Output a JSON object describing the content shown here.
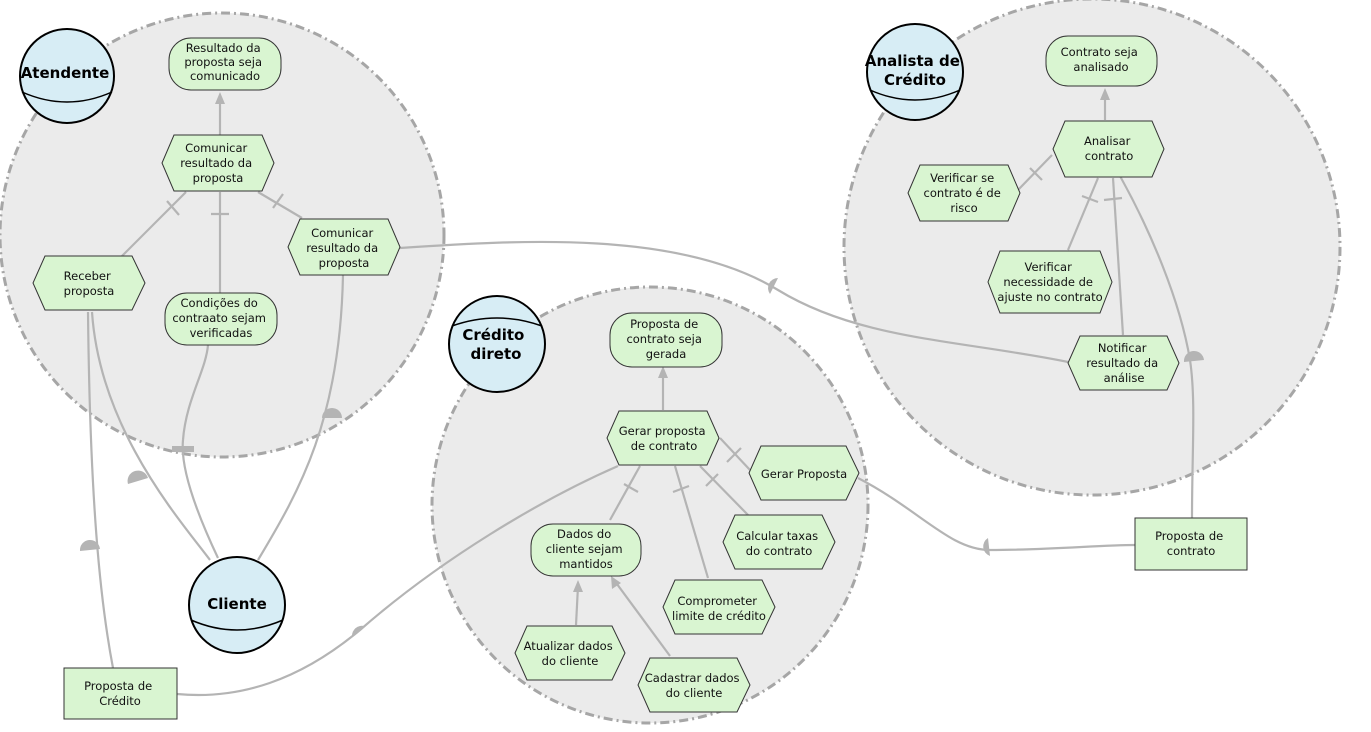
{
  "actors": {
    "atendente": "Atendente",
    "cliente": "Cliente",
    "credito_direto": [
      "Crédito",
      "direto"
    ],
    "analista": [
      "Analista de",
      "Crédito"
    ]
  },
  "atendente_nodes": {
    "goal_resultado": [
      "Resultado da",
      "proposta seja",
      "comunicado"
    ],
    "task_comunicar_main": [
      "Comunicar",
      "resultado da",
      "proposta"
    ],
    "task_comunicar_sub": [
      "Comunicar",
      "resultado da",
      "proposta"
    ],
    "task_receber": [
      "Receber",
      "proposta"
    ],
    "goal_condicoes": [
      "Condições do",
      "contraato sejam",
      "verificadas"
    ]
  },
  "credito_nodes": {
    "goal_proposta": [
      "Proposta de",
      "contrato seja",
      "gerada"
    ],
    "task_gerar_contrato": [
      "Gerar proposta",
      "de contrato"
    ],
    "task_gerar_proposta": [
      "Gerar Proposta"
    ],
    "goal_dados": [
      "Dados do",
      "cliente sejam",
      "mantidos"
    ],
    "task_calcular": [
      "Calcular taxas",
      "do contrato"
    ],
    "task_comprometer": [
      "Comprometer",
      "limite de crédito"
    ],
    "task_atualizar": [
      "Atualizar dados",
      "do cliente"
    ],
    "task_cadastrar": [
      "Cadastrar dados",
      "do cliente"
    ]
  },
  "analista_nodes": {
    "goal_contrato": [
      "Contrato seja",
      "analisado"
    ],
    "task_analisar": [
      "Analisar",
      "contrato"
    ],
    "task_verificar_risco": [
      "Verificar se",
      "contrato é de",
      "risco"
    ],
    "task_verificar_ajuste": [
      "Verificar",
      "necessidade de",
      "ajuste no contrato"
    ],
    "task_notificar": [
      "Notificar",
      "resultado da",
      "análise"
    ]
  },
  "resources": {
    "proposta_credito": [
      "Proposta de",
      "Crédito"
    ],
    "proposta_contrato": [
      "Proposta de",
      "contrato"
    ]
  },
  "colors": {
    "actor_fill": "#d7edf5",
    "element_fill": "#d9f5d1",
    "boundary_fill": "#ebebeb",
    "link": "#b4b4b4"
  }
}
